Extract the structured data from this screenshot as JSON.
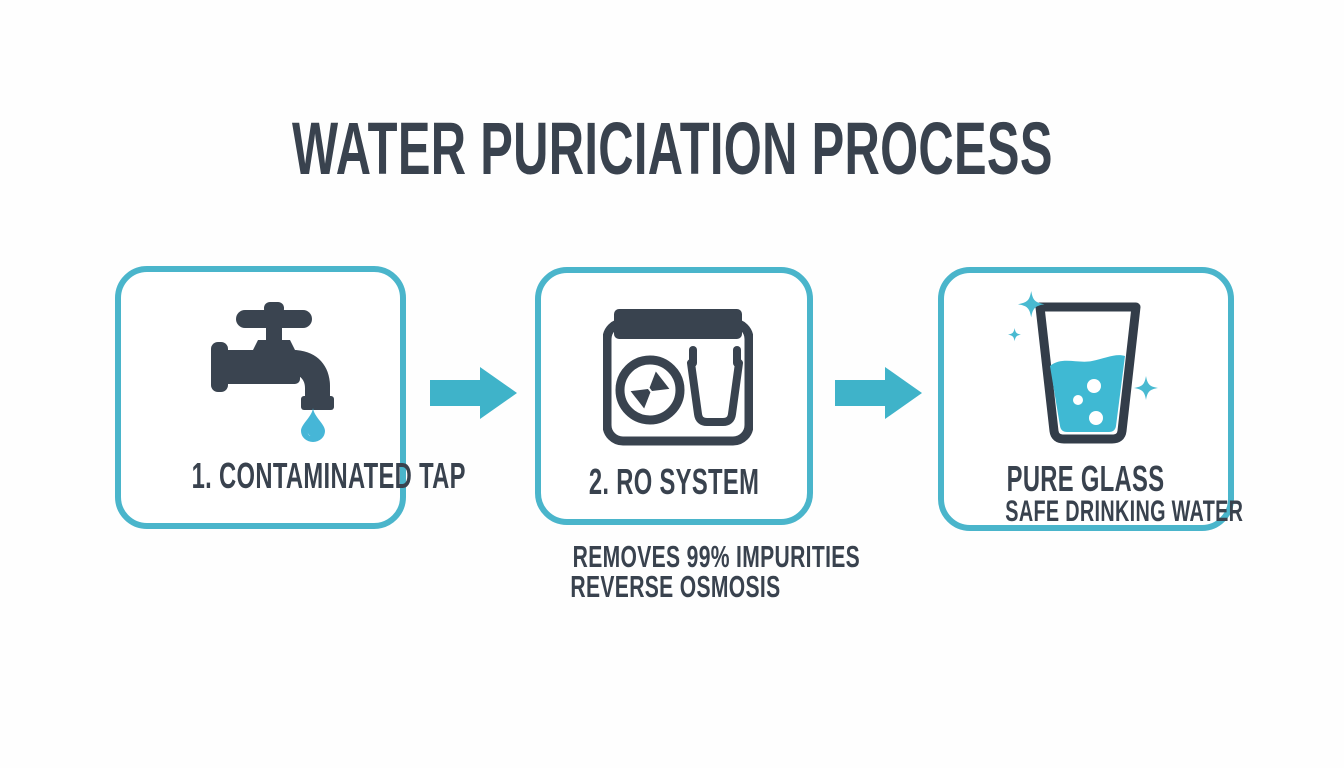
{
  "title": "WATER PURICIATION PROCESS",
  "steps": [
    {
      "label": "1. CONTAMINATED TAP",
      "icon": "faucet-with-drip-icon"
    },
    {
      "label": "2. RO SYSTEM",
      "icon": "ro-filter-unit-icon"
    },
    {
      "label": "PURE GLASS",
      "sublabel": "SAFE DRINKING WATER",
      "icon": "sparkling-water-glass-icon"
    }
  ],
  "captions": {
    "ro_line1": "REMOVES 99% IMPURITIES",
    "ro_line2": "REVERSE OSMOSIS"
  },
  "colors": {
    "accent_teal": "#4ab5cb",
    "arrow_teal": "#3fb3c9",
    "ink_dark": "#39424e",
    "water_cyan": "#41b7d5",
    "sparkle_teal": "#49bad1",
    "background": "#fefefe"
  }
}
